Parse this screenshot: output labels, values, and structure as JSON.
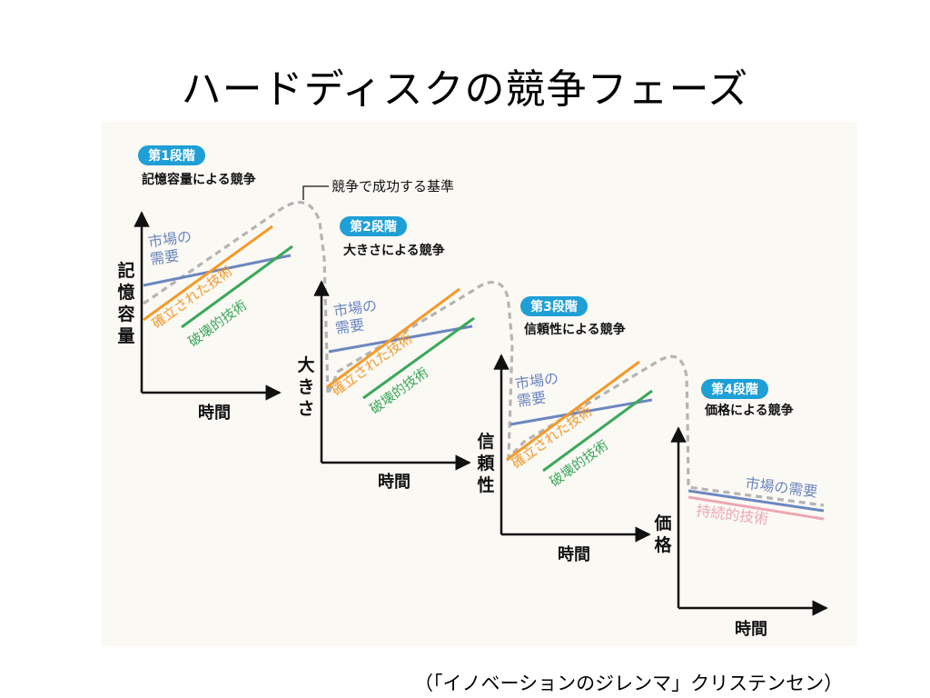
{
  "slide": {
    "title": "ハードディスクの競争フェーズ",
    "citation": "（「イノベーションのジレンマ」クリステンセン）"
  },
  "criterion_label": "競争で成功する基準",
  "colors": {
    "stage_badge": "#1e9fd6",
    "market_demand": "#6c86c0",
    "established_tech": "#f39a2b",
    "disruptive_tech": "#3aa85a",
    "sustaining_tech": "#eda7b2",
    "criterion_curve": "#b4b4b4",
    "axis": "#111111",
    "panel_bg": "#fbf9f4"
  },
  "stages": [
    {
      "badge": "第1段階",
      "subtitle": "記憶容量による競争",
      "y_axis": [
        "記",
        "憶",
        "容",
        "量"
      ],
      "x_axis": "時間",
      "line_labels": {
        "demand": [
          "市場の",
          "需要"
        ],
        "established": "確立された技術",
        "disruptive": "破壊的技術"
      }
    },
    {
      "badge": "第2段階",
      "subtitle": "大きさによる競争",
      "y_axis": [
        "大",
        "き",
        "さ"
      ],
      "x_axis": "時間",
      "line_labels": {
        "demand": [
          "市場の",
          "需要"
        ],
        "established": "確立された技術",
        "disruptive": "破壊的技術"
      }
    },
    {
      "badge": "第3段階",
      "subtitle": "信頼性による競争",
      "y_axis": [
        "信",
        "頼",
        "性"
      ],
      "x_axis": "時間",
      "line_labels": {
        "demand": [
          "市場の",
          "需要"
        ],
        "established": "確立された技術",
        "disruptive": "破壊的技術"
      }
    },
    {
      "badge": "第4段階",
      "subtitle": "価格による競争",
      "y_axis": [
        "価",
        "格"
      ],
      "x_axis": "時間",
      "line_labels": {
        "demand": "市場の需要",
        "sustaining": "持続的技術"
      }
    }
  ]
}
